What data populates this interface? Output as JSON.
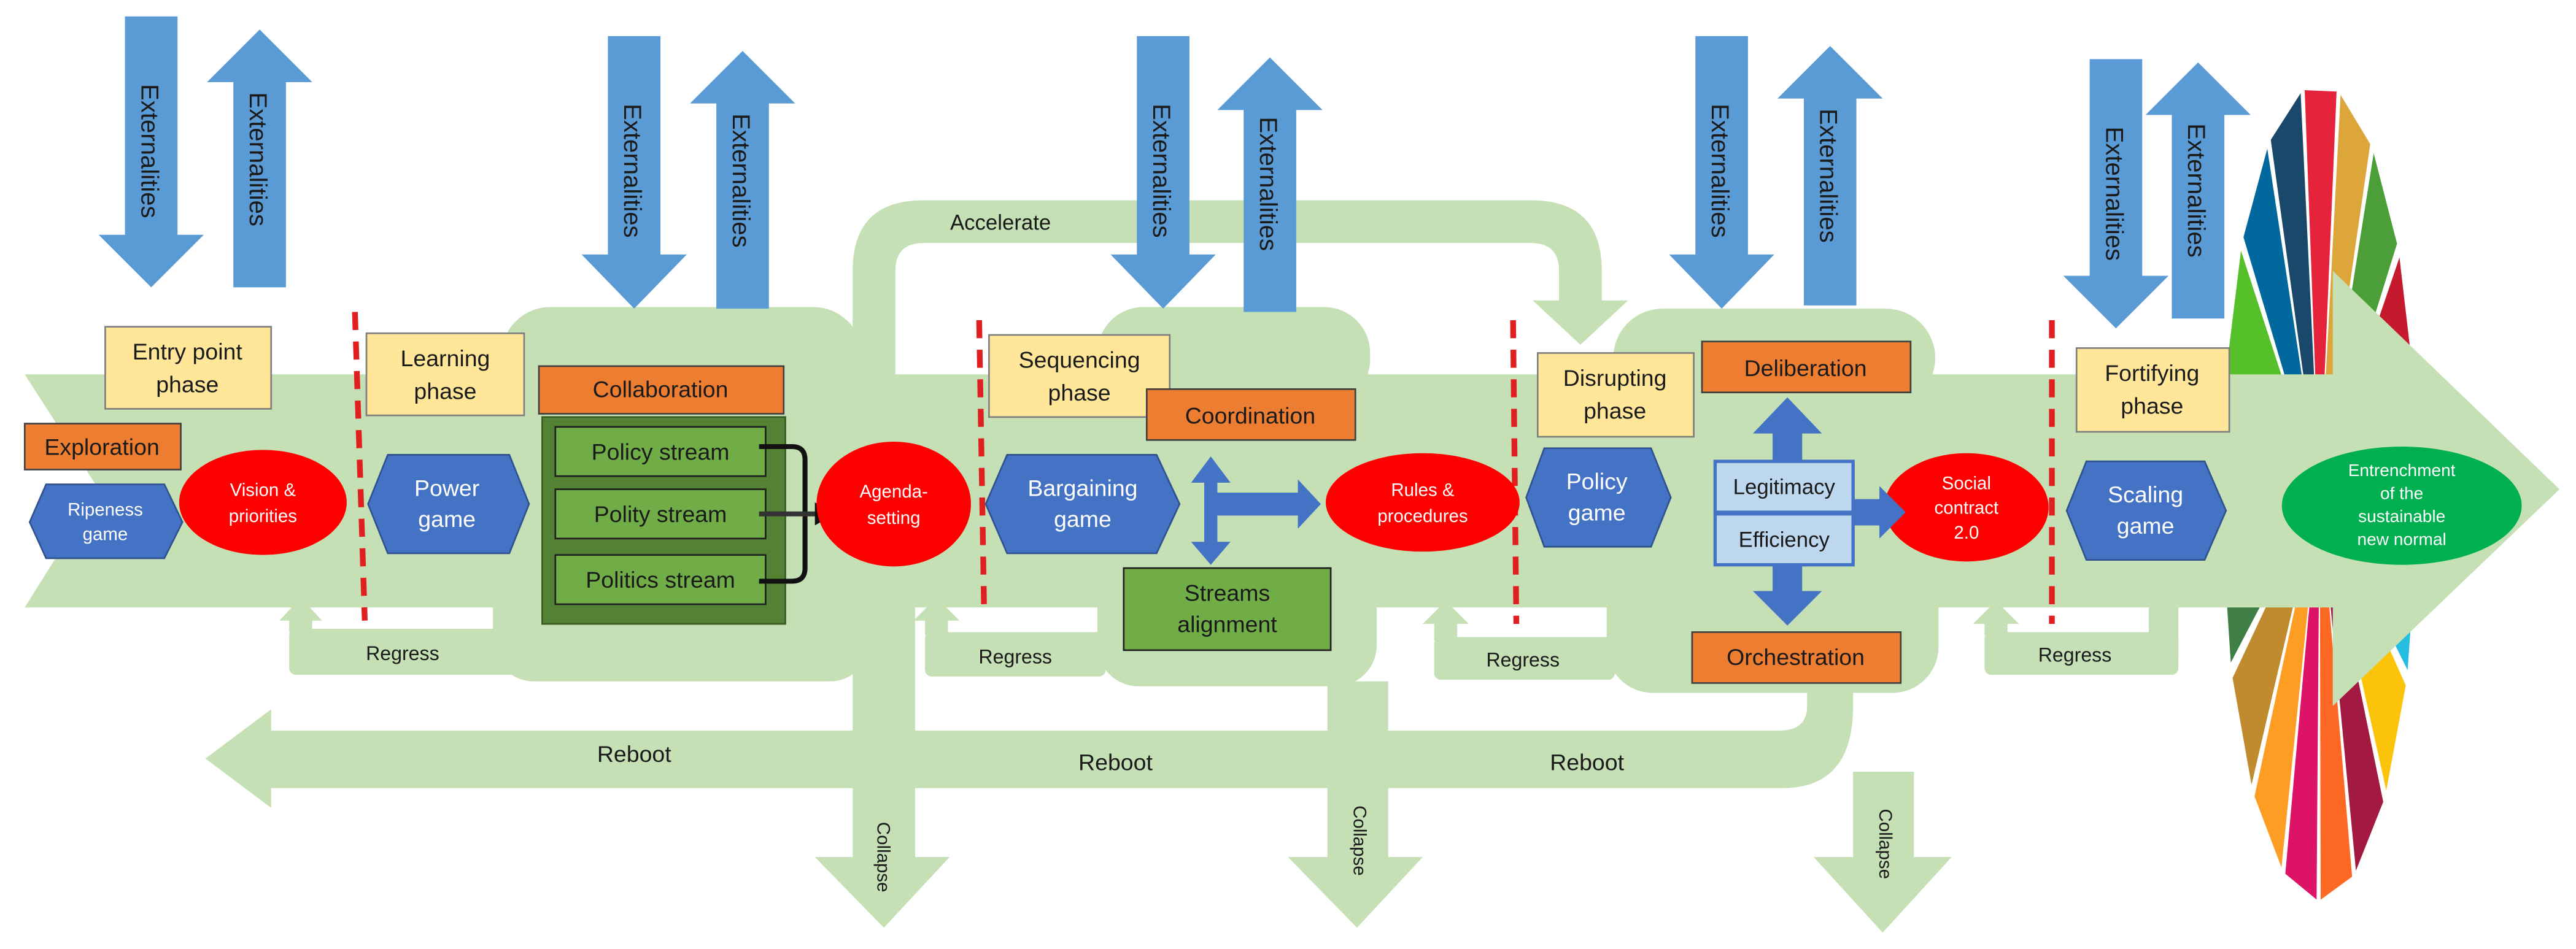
{
  "colors": {
    "flow": "#c5e0b4",
    "externality": "#5b9bd5",
    "phase_box": "#ffe699",
    "orange_box": "#ed7d31",
    "hexagon": "#4472c4",
    "red_node": "#ff0000",
    "green_box": "#70ad47",
    "dark_green": "#548235",
    "light_blue": "#bdd7ee",
    "end_node": "#00b050",
    "divider": "#e02020"
  },
  "externalities": [
    {
      "down": "Externalities",
      "up": "Externalities"
    },
    {
      "down": "Externalities",
      "up": "Externalities"
    },
    {
      "down": "Externalities",
      "up": "Externalities"
    },
    {
      "down": "Externalities",
      "up": "Externalities"
    },
    {
      "down": "Externalities",
      "up": "Externalities"
    }
  ],
  "phases": [
    {
      "line1": "Entry point",
      "line2": "phase"
    },
    {
      "line1": "Learning",
      "line2": "phase"
    },
    {
      "line1": "Sequencing",
      "line2": "phase"
    },
    {
      "line1": "Disrupting",
      "line2": "phase"
    },
    {
      "line1": "Fortifying",
      "line2": "phase"
    }
  ],
  "orange_boxes": {
    "exploration": "Exploration",
    "collaboration": "Collaboration",
    "coordination": "Coordination",
    "deliberation": "Deliberation",
    "orchestration": "Orchestration"
  },
  "games": [
    {
      "line1": "Ripeness",
      "line2": "game"
    },
    {
      "line1": "Power",
      "line2": "game"
    },
    {
      "line1": "Bargaining",
      "line2": "game"
    },
    {
      "line1": "Policy",
      "line2": "game"
    },
    {
      "line1": "Scaling",
      "line2": "game"
    }
  ],
  "nodes": {
    "vision": {
      "line1": "Vision &",
      "line2": "priorities"
    },
    "agenda": {
      "line1": "Agenda-",
      "line2": "setting"
    },
    "rules": {
      "line1": "Rules &",
      "line2": "procedures"
    },
    "social": {
      "line1": "Social",
      "line2": "contract",
      "line3": "2.0"
    },
    "end": {
      "line1": "Entrenchment",
      "line2": "of the",
      "line3": "sustainable",
      "line4": "new normal"
    }
  },
  "streams": [
    "Policy stream",
    "Polity stream",
    "Politics stream"
  ],
  "streams_alignment": {
    "line1": "Streams",
    "line2": "alignment"
  },
  "legitimacy": "Legitimacy",
  "efficiency": "Efficiency",
  "flow_labels": {
    "accelerate": "Accelerate",
    "regress": [
      "Regress",
      "Regress",
      "Regress",
      "Regress"
    ],
    "reboot": [
      "Reboot",
      "Reboot",
      "Reboot"
    ],
    "collapse": [
      "Collapse",
      "Collapse",
      "Collapse"
    ]
  },
  "sdg_wheel": {
    "colors": [
      "#e5243b",
      "#dda63a",
      "#4c9f38",
      "#c5192d",
      "#ff3a21",
      "#26bde2",
      "#fcc30b",
      "#a21942",
      "#fd6925",
      "#dd1367",
      "#fd9d24",
      "#bf8b2e",
      "#3f7e44",
      "#0a97d9",
      "#56c02b",
      "#00689d",
      "#19486a"
    ]
  }
}
